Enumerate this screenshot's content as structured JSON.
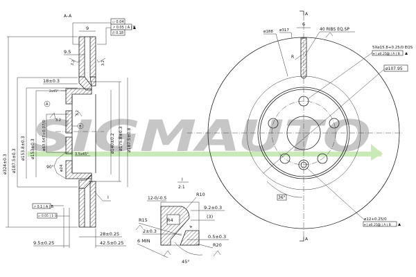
{
  "section_view": {
    "title": "A–A",
    "fcf_top": [
      "▱ 0.04",
      "↗ 0.05 | A | B",
      "// 0.18"
    ],
    "dim_width": "9",
    "dim_95": "9.5",
    "surface_left": "3.2",
    "surface_right": "3.2",
    "dim_18": "18±0.3",
    "chamfer_top": "2x45°",
    "datum_a": "A",
    "datum_b": "B",
    "surface_mid_left": "3.2",
    "surface_mid_right": "3.2",
    "chamfer_bottom": "3.5x45°",
    "angle_90": "90°",
    "dia_24": "ø24",
    "dia_324": "ø324±0.3",
    "dia_1875_left": "ø187.5±0.3",
    "dia_1538": "ø153.8±0.3",
    "dia_153": "ø153±0.3",
    "dia_6354": "ø63.547+0.07/0",
    "dia_140": "ø140±0.2",
    "dia_1758": "ø175.8±0.3",
    "dia_1875_right": "ø187.5±0.8",
    "detail_callout": "I",
    "fcf_runout": "↗ 0.1 | A | B",
    "fcf_flat": "▱ 0.05 | 1-3",
    "dim_28": "28±0.25",
    "dim_95b": "9.5±0.25",
    "dim_425": "42.5±0.25"
  },
  "detail_view": {
    "label": "I",
    "scale": "2:1",
    "dim_12": "12-0/-0.5",
    "r10": "R10",
    "dim_92": "9.2±0.3",
    "dim_3": "(3)",
    "r4": "R4",
    "r15": "R15",
    "dim_2": "2±0.3",
    "dim_4": "4",
    "dim_05": "0.5±0.3",
    "six_min": "6 MIN",
    "r20": "R20",
    "angle_45": "45°"
  },
  "front_view": {
    "section_marker_top": "A",
    "section_marker_bottom": "A",
    "dim_6": "6",
    "dia_188": "ø188",
    "dia_317": "ø317",
    "ribs_note": "40 RIBS EQ.SP",
    "radius_r": "R",
    "holes_note": "5Xø15.8+0.25/0 EQS",
    "holes_fcf": "⌖ | ø0.25Ⓜ | A | B",
    "dia_10795": "ø107.95",
    "angle_36": "36°",
    "hole_12": "ø12+0.25/0",
    "hole_12_fcf": "⌖ | ø0.25Ⓜ | A | B"
  },
  "watermark": {
    "text": "SIGMAUTO",
    "color": "#b4b4b4",
    "underline_color": "#b8e3a0"
  }
}
